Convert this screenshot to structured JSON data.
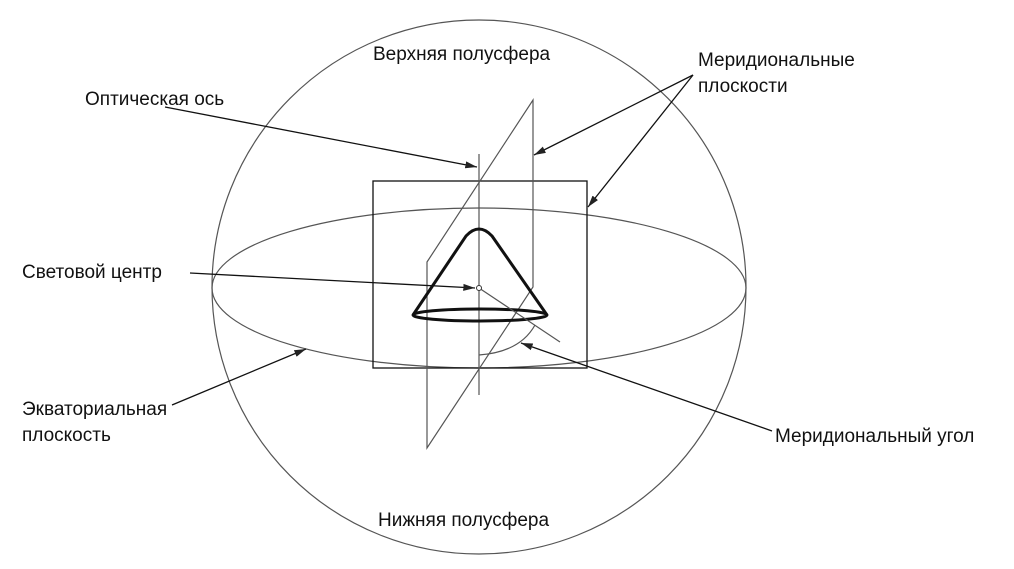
{
  "labels": {
    "upper_hemisphere": "Верхняя полусфера",
    "lower_hemisphere": "Нижняя полусфера",
    "optical_axis": "Оптическая ось",
    "meridional_planes_line1": "Меридиональные",
    "meridional_planes_line2": "плоскости",
    "light_center": "Световой центр",
    "equatorial_plane_line1": "Экваториальная",
    "equatorial_plane_line2": "плоскость",
    "meridional_angle": "Меридиональный угол"
  }
}
